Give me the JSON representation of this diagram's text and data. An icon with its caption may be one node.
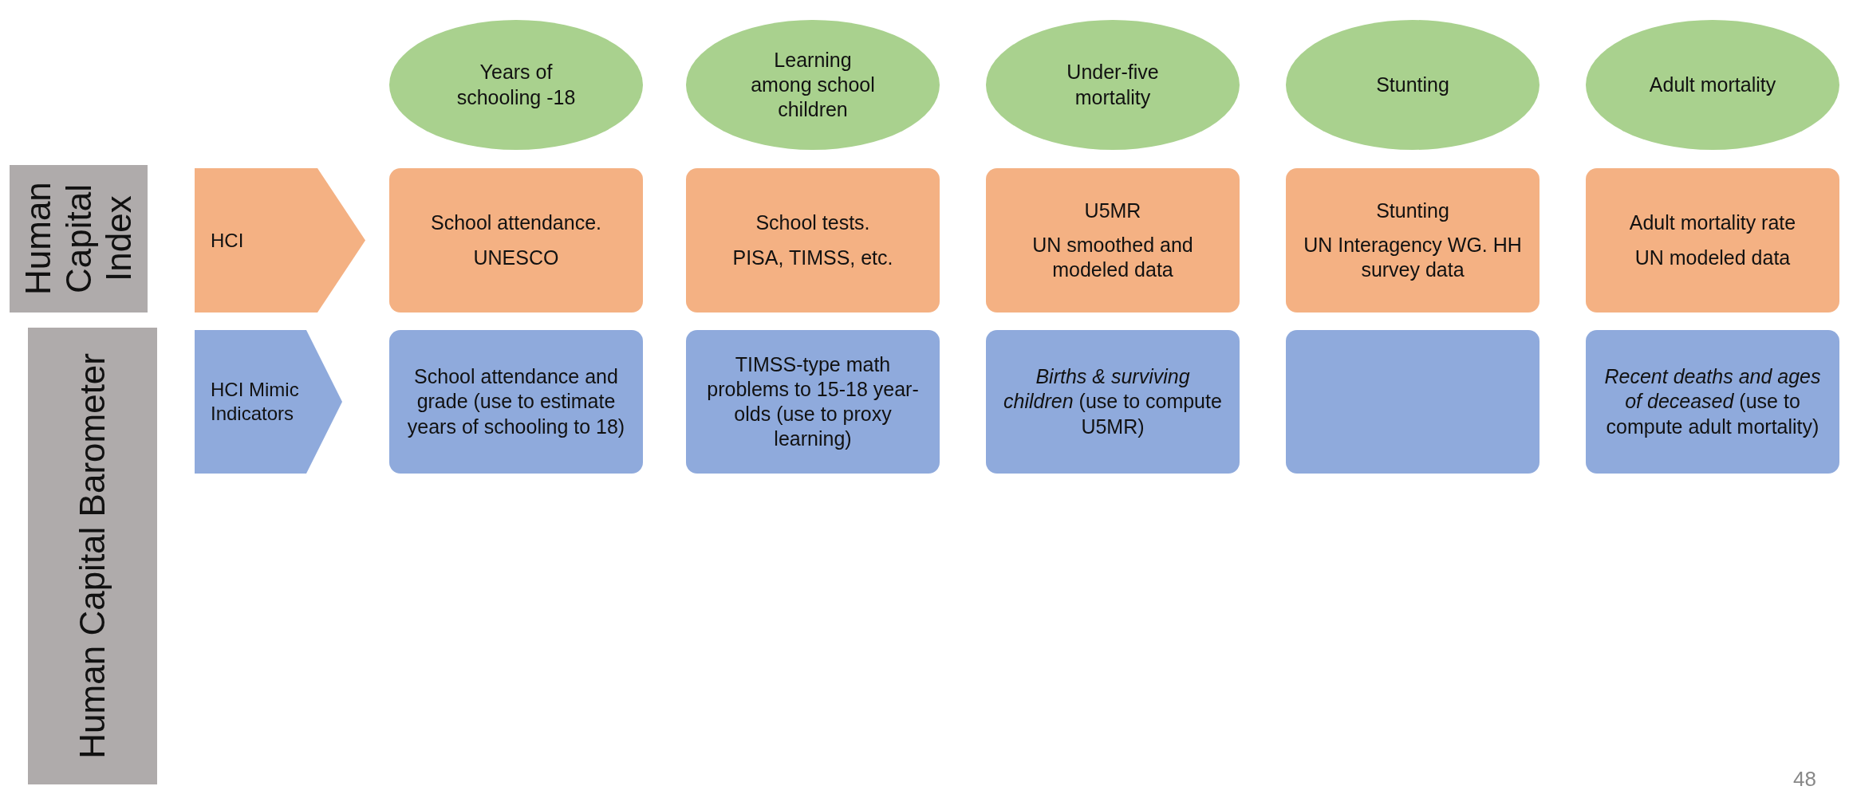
{
  "diagram": {
    "nodes": [
      {
        "text": [
          "Years of schooling -18"
        ]
      },
      {
        "text": [
          "Learning among school children"
        ]
      },
      {
        "text": [
          "Under-five mortality"
        ]
      },
      {
        "text": [
          "Stunting"
        ]
      },
      {
        "text": [
          "Adult mortality"
        ]
      },
      {
        "text": [
          "Human Capital Index"
        ]
      },
      {
        "text": [
          "HCI"
        ]
      },
      {
        "text": [
          "School attendance.",
          "UNESCO"
        ]
      },
      {
        "text": [
          "School tests.",
          "PISA, TIMSS, etc."
        ]
      },
      {
        "text": [
          "U5MR",
          "UN smoothed and modeled data"
        ]
      },
      {
        "text": [
          "Stunting",
          "UN Interagency WG. HH survey data"
        ]
      },
      {
        "text": [
          "Adult mortality rate",
          "UN modeled data"
        ]
      },
      {
        "text": [
          "Human Capital Barometer"
        ]
      },
      {
        "text": [
          "HCI Mimic Indicators"
        ]
      },
      {
        "text": [
          "School attendance and grade (use to estimate years of schooling to 18)"
        ]
      },
      {
        "text": [
          "TIMSS-type math problems to 15-18 year-olds (use to proxy learning)"
        ]
      },
      {
        "text": [
          "*Births & surviving children* (use to compute U5MR)"
        ]
      },
      {
        "text": [],
        "shape": "box"
      },
      {
        "text": [
          "*Recent deaths and ages of deceased* (use to compute adult mortality)"
        ]
      }
    ],
    "labels": [
      "48"
    ]
  }
}
